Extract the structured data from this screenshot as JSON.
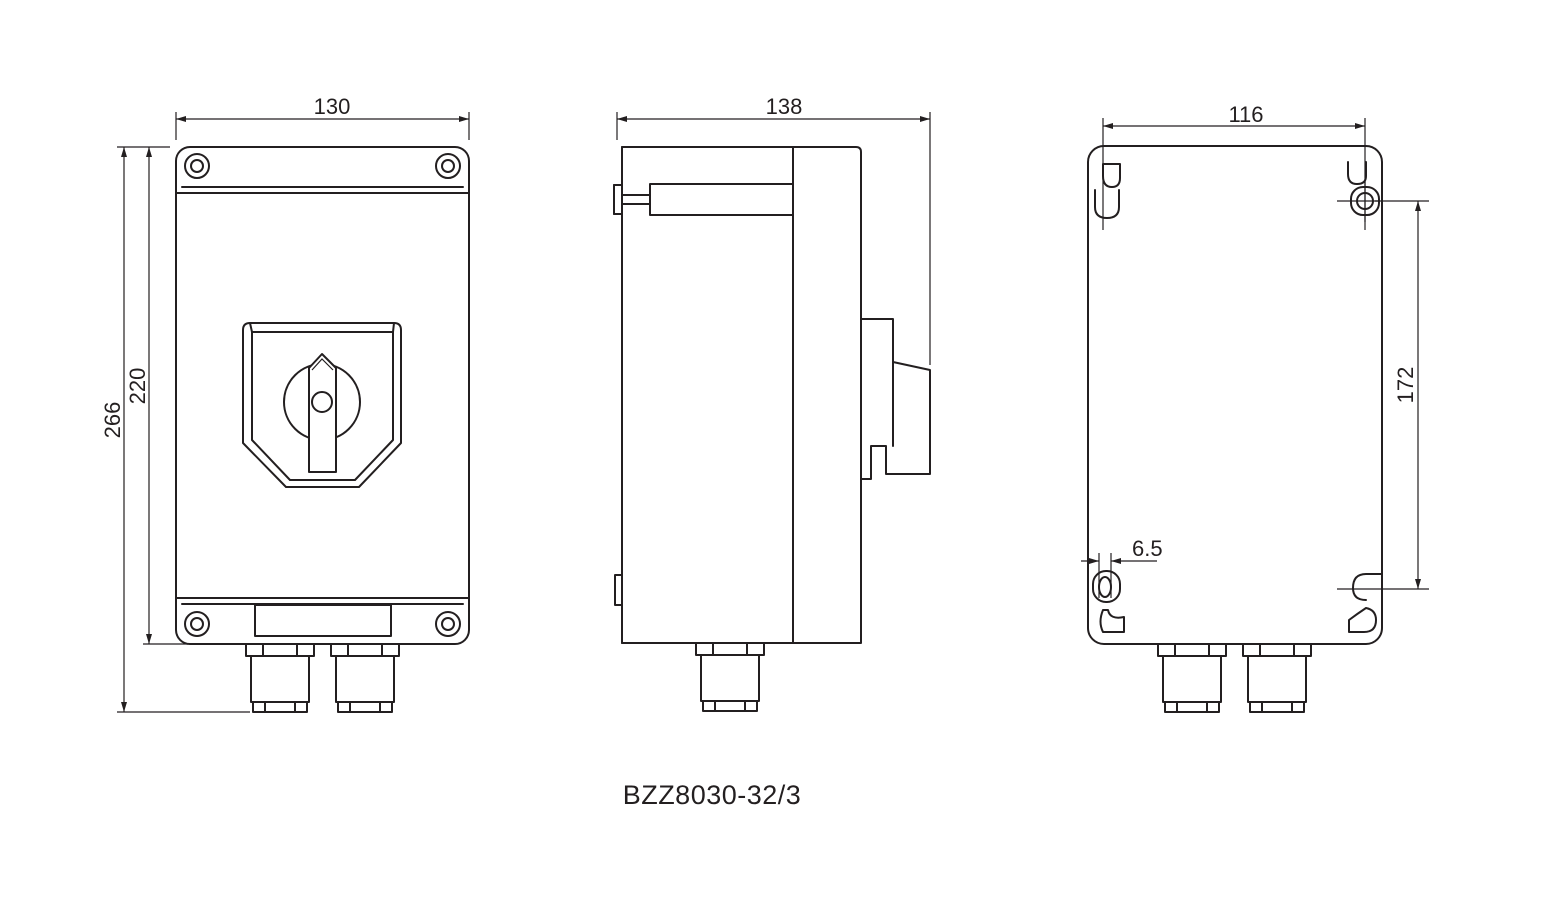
{
  "drawing": {
    "model": "BZZ8030-32/3",
    "front_view": {
      "width_dim": "130",
      "overall_height_dim": "266",
      "body_height_dim": "220"
    },
    "side_view": {
      "depth_dim": "138"
    },
    "rear_view": {
      "mount_width_dim": "116",
      "mount_height_dim": "172",
      "slot_width_dim": "6.5"
    }
  }
}
